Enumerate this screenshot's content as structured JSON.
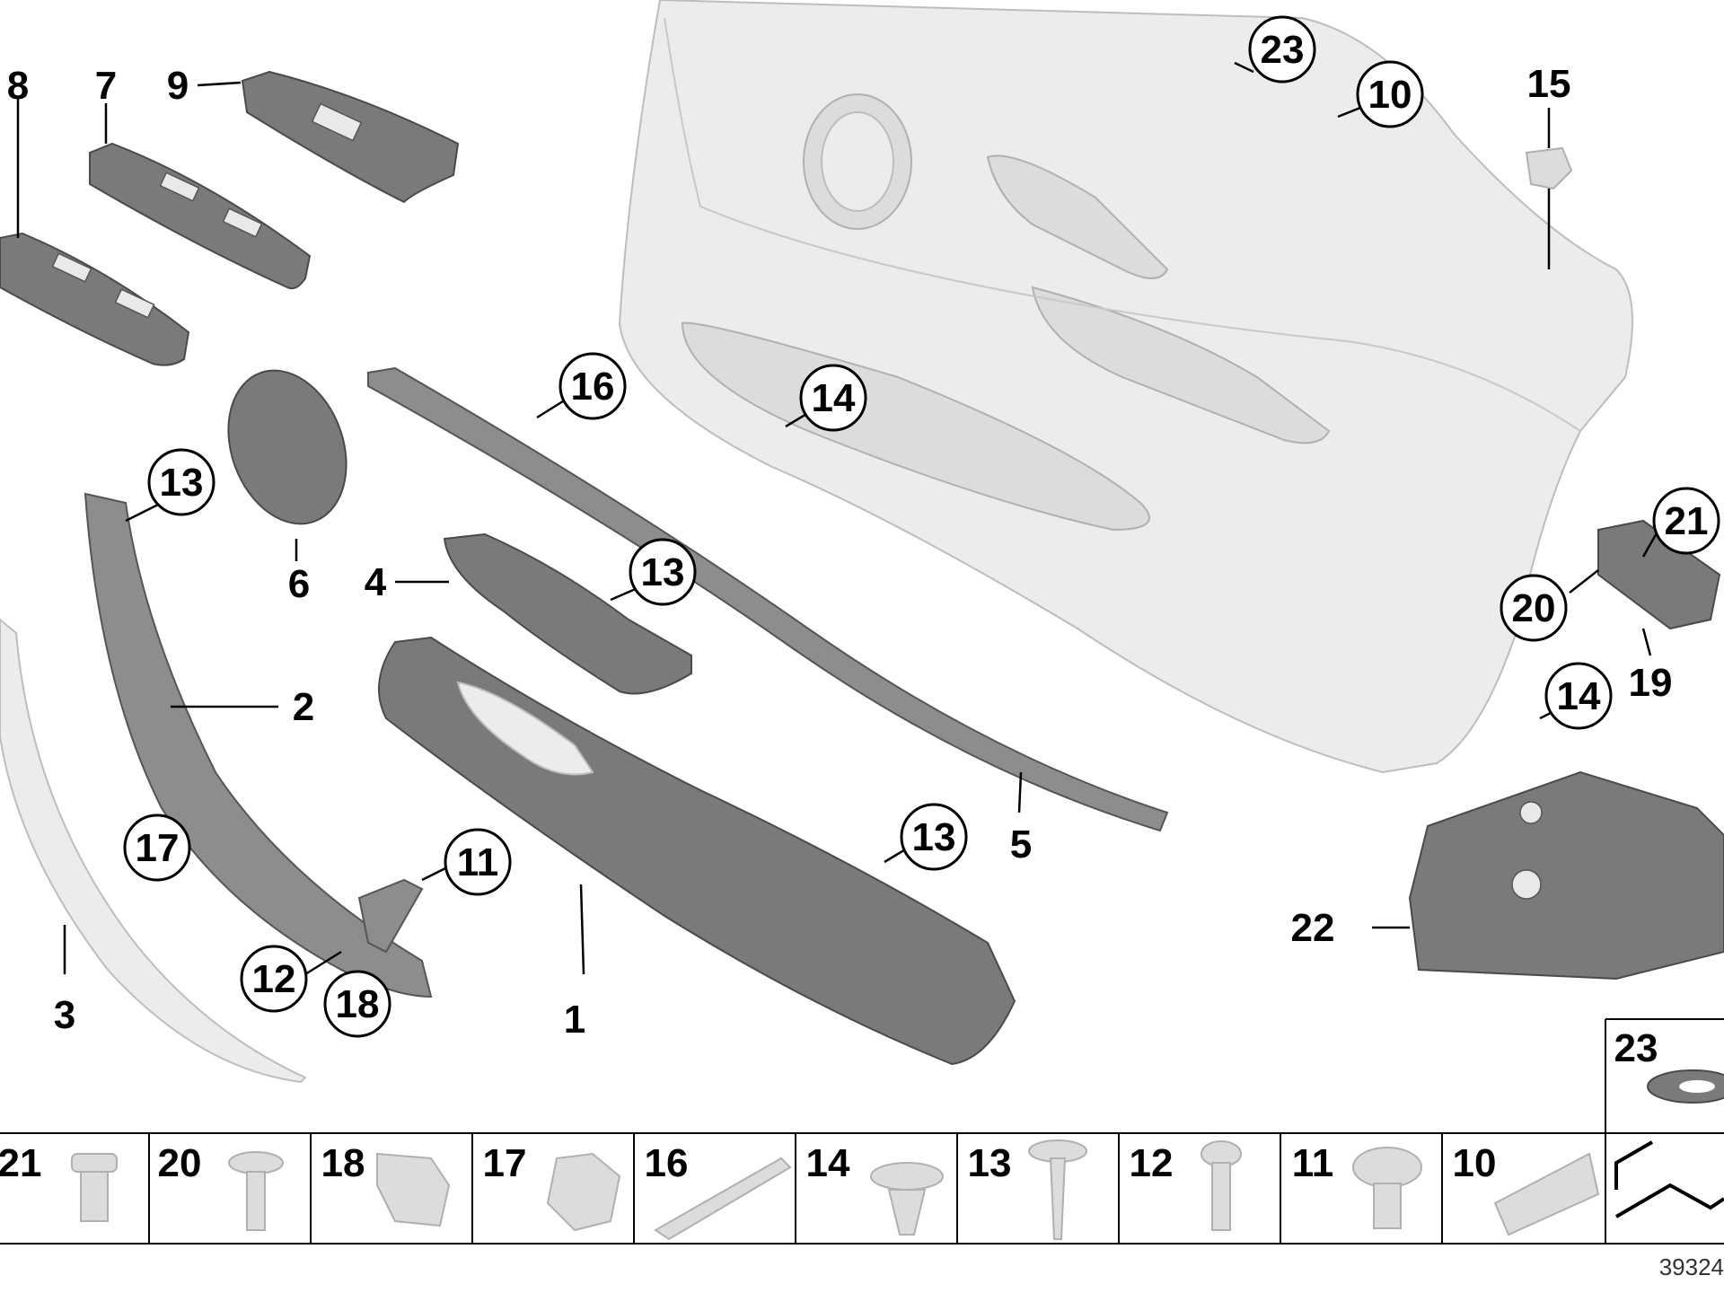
{
  "callouts": {
    "p1": "1",
    "p2": "2",
    "p3": "3",
    "p4": "4",
    "p5": "5",
    "p6": "6",
    "p7": "7",
    "p8": "8",
    "p9": "9",
    "p10": "10",
    "p11": "11",
    "p12": "12",
    "p13a": "13",
    "p13b": "13",
    "p13c": "13",
    "p14a": "14",
    "p14b": "14",
    "p15": "15",
    "p16": "16",
    "p17": "17",
    "p18": "18",
    "p19": "19",
    "p20": "20",
    "p21": "21",
    "p22": "22",
    "p23": "23"
  },
  "fastener_strip": [
    "21",
    "20",
    "18",
    "17",
    "16",
    "14",
    "13",
    "12",
    "11",
    "10"
  ],
  "corner_part": "23",
  "document_id": "39324",
  "colors": {
    "dark_part": "#7a7a7a",
    "light_panel": "#ececec",
    "line": "#000000"
  }
}
